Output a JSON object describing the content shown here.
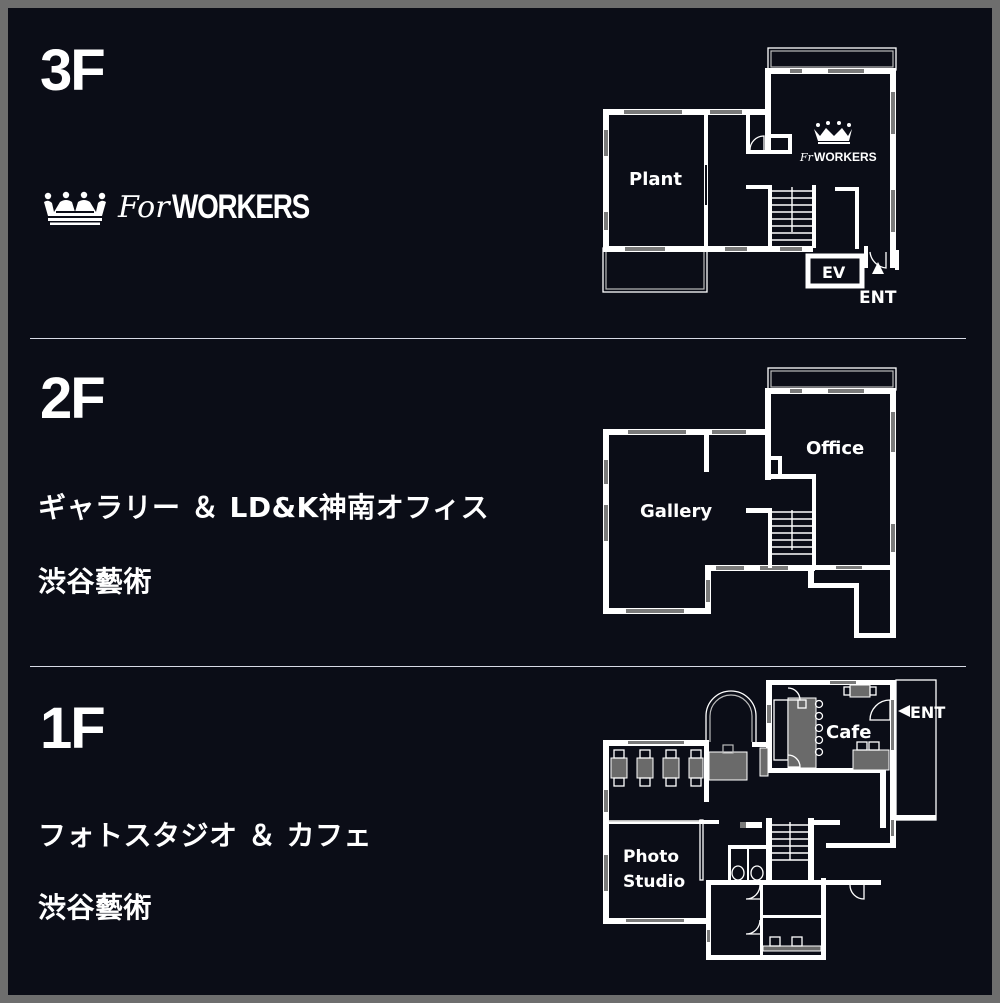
{
  "floors": [
    {
      "id": "3F",
      "label": "3F",
      "tenant_logo": {
        "icon": "crown-icon",
        "script": "For",
        "wordmark": "WORKERS"
      },
      "plan": {
        "rooms": [
          "Plant"
        ],
        "logo_wordmark": "WORKERS",
        "logo_script": "Fr",
        "elevator": "EV",
        "entrance": "ENT"
      }
    },
    {
      "id": "2F",
      "label": "2F",
      "description": "ギャラリー ＆ LD&K神南オフィス",
      "operator": "渋谷藝術",
      "plan": {
        "rooms": [
          "Gallery",
          "Office"
        ]
      }
    },
    {
      "id": "1F",
      "label": "1F",
      "description": "フォトスタジオ ＆ カフェ",
      "operator": "渋谷藝術",
      "plan": {
        "rooms": [
          "Cafe",
          "Photo",
          "Studio"
        ],
        "entrance": "ENT"
      }
    }
  ],
  "colors": {
    "background": "#0b0d17",
    "frame": "#6e6e6e",
    "wall": "#ffffff",
    "window": "#7a7a7a",
    "furniture": "#6a6a6a",
    "divider": "#d8dbe6"
  }
}
